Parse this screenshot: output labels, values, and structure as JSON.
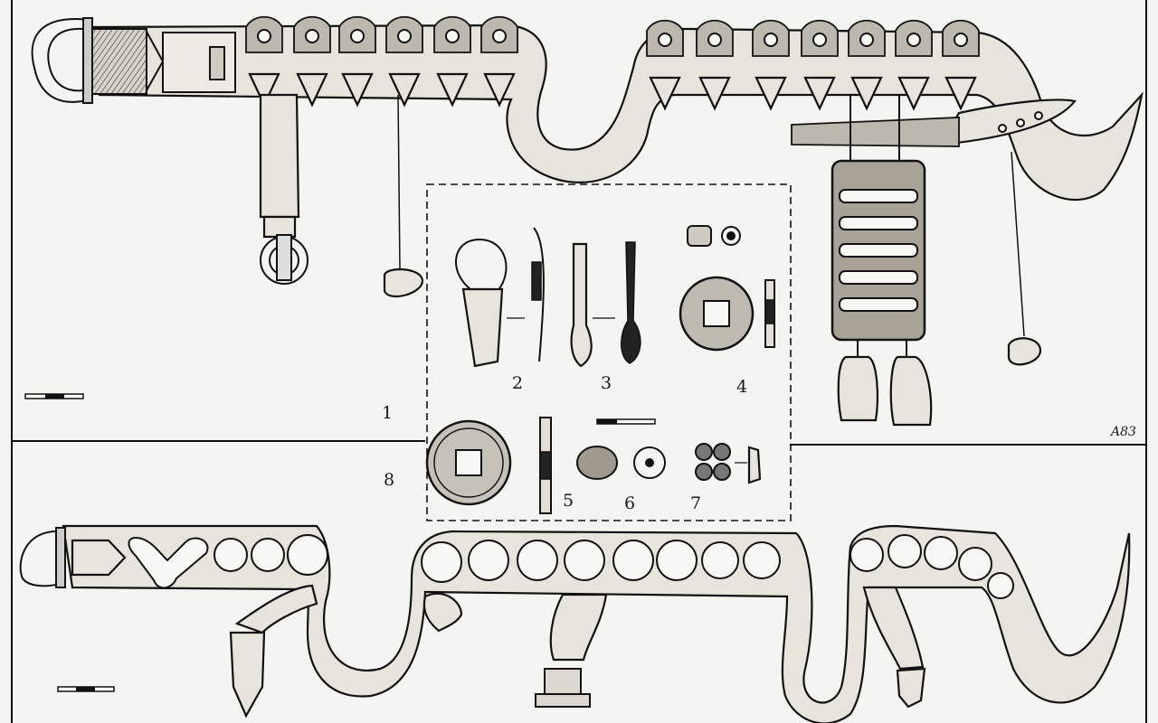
{
  "plate": {
    "figure_numbers": {
      "fig1": "1",
      "fig2": "2",
      "fig3": "3",
      "fig4": "4",
      "fig5": "5",
      "fig6": "6",
      "fig7": "7",
      "fig8": "8"
    },
    "signature": "A83"
  },
  "colors": {
    "background": "#f4f4f1",
    "ink": "#111111",
    "strap_fill": "#e7e4dc"
  }
}
